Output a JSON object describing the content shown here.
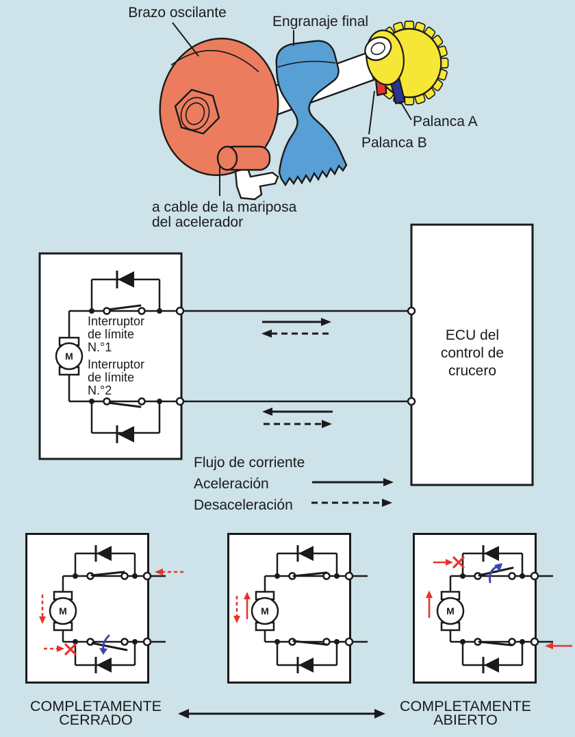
{
  "colors": {
    "background": "#cde2e9",
    "line": "#1a1a1a",
    "red": "#e8332b",
    "blue_arrow": "#3a45b0",
    "swing_arm": "#ec7c5e",
    "final_gear": "#589fd6",
    "worm_gear": "#f6e737",
    "lever_a_color": "#2b3490",
    "lever_b_color": "#e8332b"
  },
  "top": {
    "brazo_label": "Brazo oscilante",
    "engranaje_label": "Engranaje final",
    "palanca_a_label": "Palanca A",
    "palanca_b_label": "Palanca B",
    "cable_label_line1": "a cable de la mariposa",
    "cable_label_line2": "del acelerador"
  },
  "circuit": {
    "motor_label": "M",
    "switch1_line1": "Interruptor",
    "switch1_line2": "de límite",
    "switch1_line3": "N.°1",
    "switch2_line1": "Interruptor",
    "switch2_line2": "de límite",
    "switch2_line3": "N.°2",
    "ecu_line1": "ECU del",
    "ecu_line2": "control de",
    "ecu_line3": "crucero"
  },
  "legend": {
    "title": "Flujo de corriente",
    "accel_label": "Aceleración",
    "decel_label": "Desaceleración"
  },
  "states": {
    "motor_label": "M",
    "closed_line1": "COMPLETAMENTE",
    "closed_line2": "CERRADO",
    "open_line1": "COMPLETAMENTE",
    "open_line2": "ABIERTO"
  }
}
